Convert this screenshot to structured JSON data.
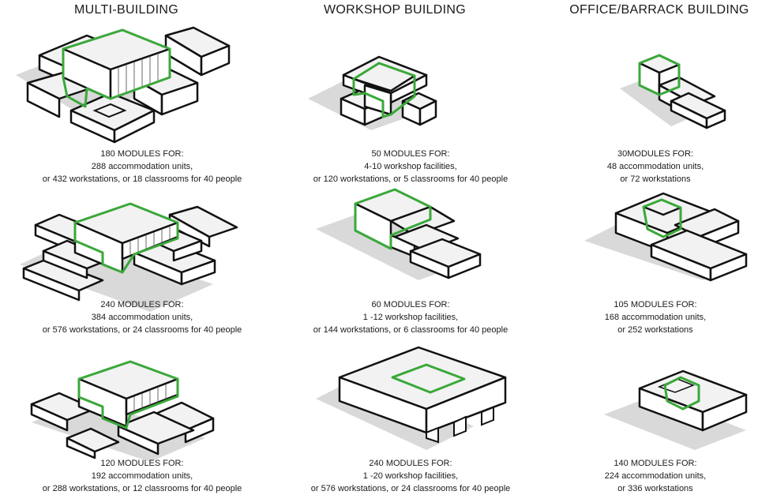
{
  "columns": [
    {
      "title": "MULTI-BUILDING"
    },
    {
      "title": "WORKSHOP BUILDING"
    },
    {
      "title": "OFFICE/BARRACK BUILDING"
    }
  ],
  "captions": {
    "r1c1": {
      "l1": "180 MODULES FOR:",
      "l2": "288 accommodation units,",
      "l3": "or 432 workstations, or 18 classrooms for 40 people"
    },
    "r1c2": {
      "l1": "50 MODULES FOR:",
      "l2": "4-10 workshop facilities,",
      "l3": "or 120 workstations, or 5 classrooms for 40 people"
    },
    "r1c3": {
      "l1": "30MODULES FOR:",
      "l2": "48 accommodation units,",
      "l3": "or 72 workstations"
    },
    "r2c1": {
      "l1": "240 MODULES FOR:",
      "l2": "384 accommodation units,",
      "l3": "or 576 workstations, or 24 classrooms for 40 people"
    },
    "r2c2": {
      "l1": "60 MODULES FOR:",
      "l2": "1 -12 workshop facilities,",
      "l3": "or 144 workstations, or 6 classrooms for 40 people"
    },
    "r2c3": {
      "l1": "105 MODULES FOR:",
      "l2": "168 accommodation units,",
      "l3": "or 252 workstations"
    },
    "r3c1": {
      "l1": "120  MODULES FOR:",
      "l2": "192 accommodation units,",
      "l3": "or 288 workstations, or 12  classrooms for 40 people"
    },
    "r3c2": {
      "l1": "240 MODULES FOR:",
      "l2": "1 -20 workshop facilities,",
      "l3": "or 576 workstations, or 24 classrooms for 40 people"
    },
    "r3c3": {
      "l1": "140 MODULES FOR:",
      "l2": "224 accommodation units,",
      "l3": "or 336 workstations"
    }
  },
  "colors": {
    "highlight": "#3aa83a",
    "outline": "#111111",
    "shadow": "#d9d9d9"
  }
}
